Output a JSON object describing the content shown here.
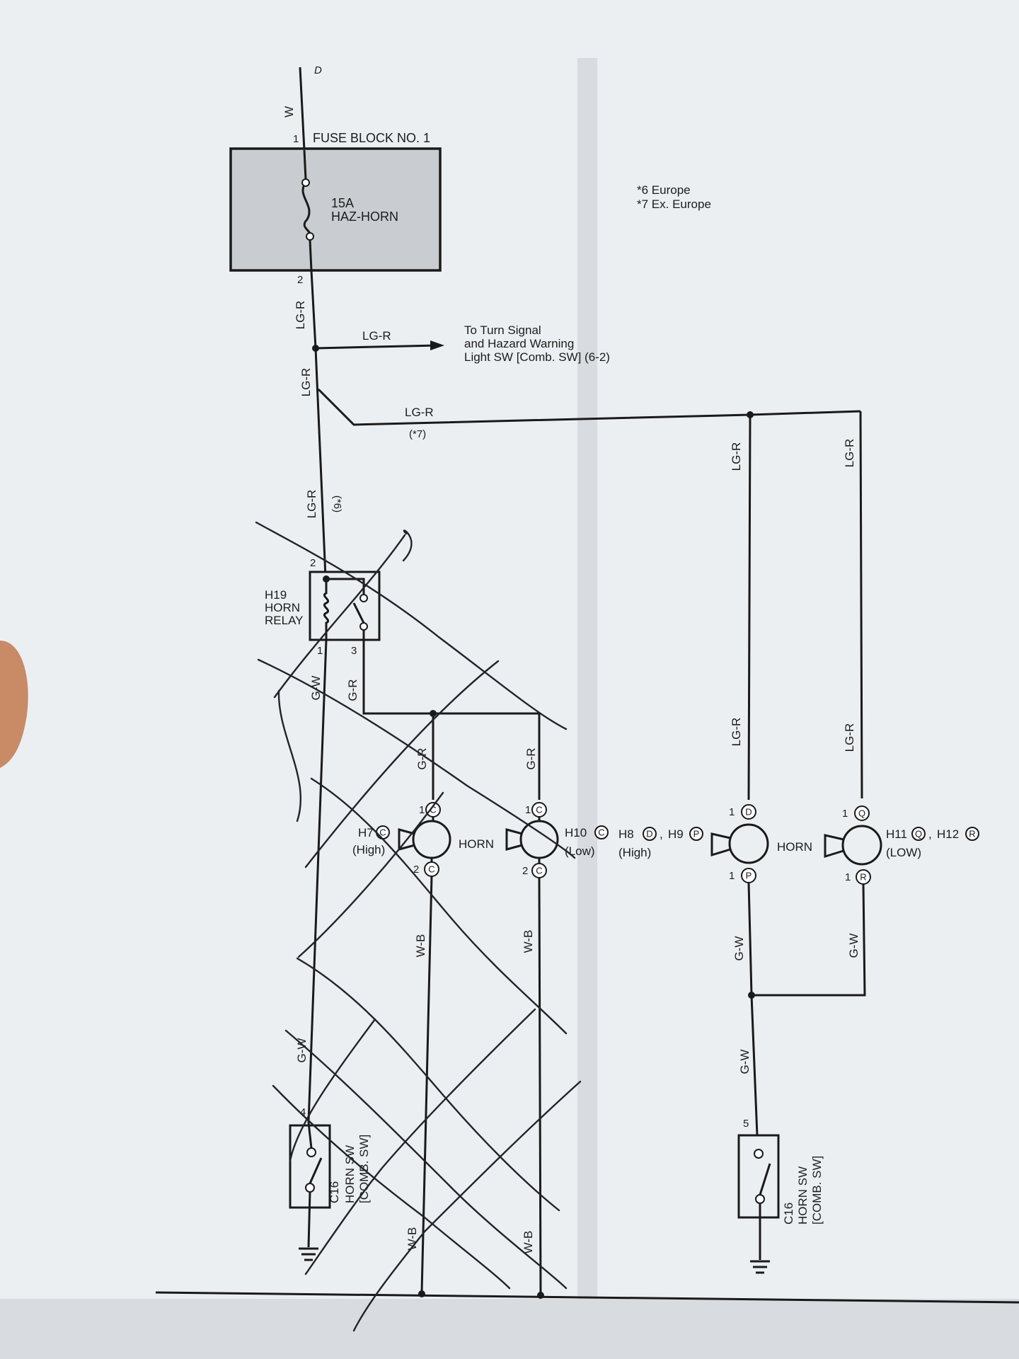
{
  "fuse_block": {
    "title": "FUSE BLOCK NO. 1",
    "pin_in": "1",
    "pin_out": "2",
    "fuse_rating": "15A",
    "fuse_name": "HAZ-HORN"
  },
  "top_marker": "D",
  "notes": [
    "*6 Europe",
    "*7 Ex. Europe"
  ],
  "branch": {
    "wire": "LG-R",
    "text": [
      "To Turn Signal",
      "and Hazard Warning",
      "Light SW [Comb. SW] (6-2)"
    ]
  },
  "wires": {
    "w": "W",
    "lgr": "LG-R",
    "gw": "G-W",
    "gr": "G-R",
    "wb": "W-B",
    "note6": "(*6)",
    "note7": "(*7)"
  },
  "relay": {
    "code": "H19",
    "name_line1": "HORN",
    "name_line2": "RELAY",
    "pin2": "2",
    "pin1": "1",
    "pin3": "3"
  },
  "horns_left": {
    "h7_code": "H7",
    "h7_conn": "C",
    "h7_desc": "(High)",
    "label": "HORN",
    "h10_code": "H10",
    "h10_conn": "C",
    "h10_desc": "(Low)",
    "pin1": "1",
    "pin2": "2"
  },
  "horns_right": {
    "h8_code": "H8",
    "h8_conn": "D",
    "sep": ",",
    "h9_code": "H9",
    "h9_conn": "P",
    "h89_desc": "(High)",
    "label": "HORN",
    "h11_code": "H11",
    "h11_conn": "Q",
    "h12_code": "H12",
    "h12_conn": "R",
    "h1112_desc": "(LOW)",
    "pin1": "1"
  },
  "switches": {
    "code": "C16",
    "line1": "HORN SW",
    "line2": "[COMB. SW]",
    "pin_left": "4",
    "pin_right": "5"
  }
}
